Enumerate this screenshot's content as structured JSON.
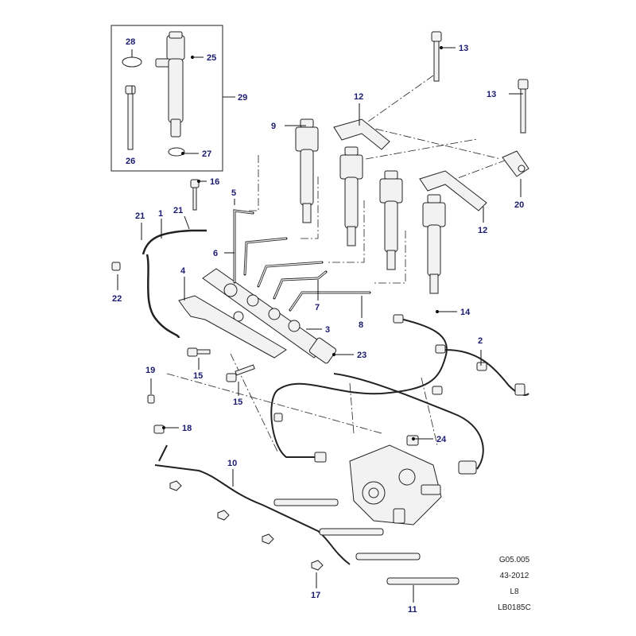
{
  "callouts": {
    "c1": "1",
    "c2": "2",
    "c3": "3",
    "c4": "4",
    "c5": "5",
    "c6": "6",
    "c7": "7",
    "c8": "8",
    "c9": "9",
    "c10": "10",
    "c11": "11",
    "c12a": "12",
    "c12b": "12",
    "c13a": "13",
    "c13b": "13",
    "c14": "14",
    "c15a": "15",
    "c15b": "15",
    "c16": "16",
    "c17": "17",
    "c18": "18",
    "c19": "19",
    "c20": "20",
    "c21a": "21",
    "c21b": "21",
    "c22": "22",
    "c23": "23",
    "c24": "24",
    "c25": "25",
    "c26": "26",
    "c27": "27",
    "c28": "28",
    "c29": "29"
  },
  "codes": {
    "figure": "G05.005",
    "date": "43-2012",
    "model": "L8",
    "ref": "LB0185C"
  },
  "colors": {
    "callout": "#1a1a6e",
    "line": "#222222",
    "part_fill": "#f2f2f2"
  }
}
